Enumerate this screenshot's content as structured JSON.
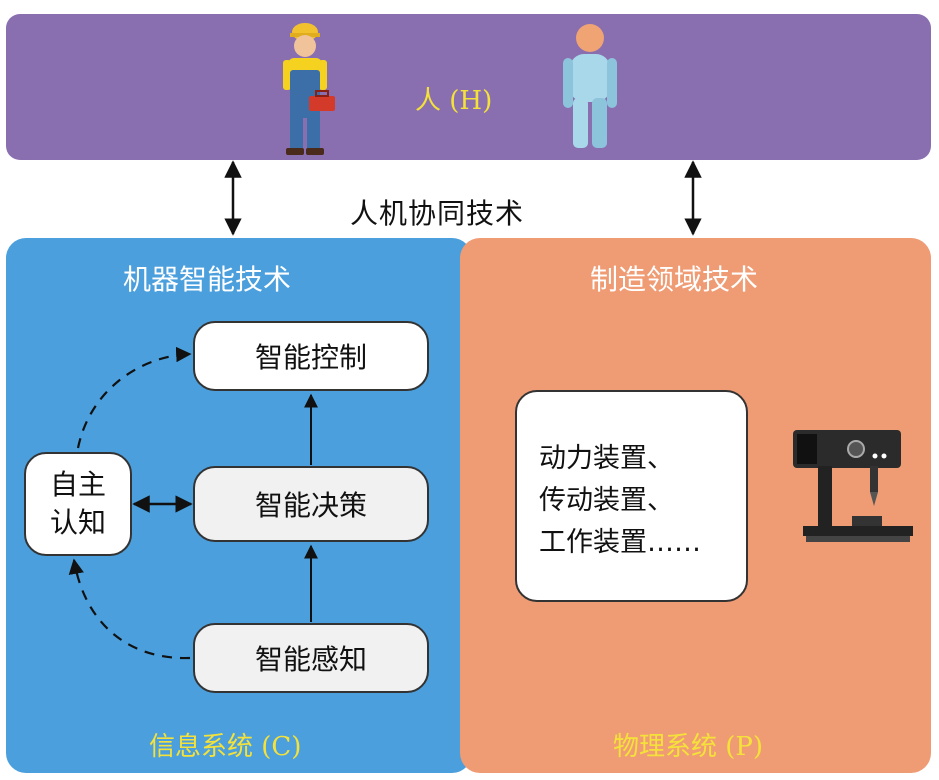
{
  "human": {
    "label": "人 (H)"
  },
  "center": {
    "label": "人机协同技术"
  },
  "cyber": {
    "title": "机器智能技术",
    "footer": "信息系统 (C)",
    "boxes": {
      "control": "智能控制",
      "decision": "智能决策",
      "perception": "智能感知",
      "autonomy_line1": "自主",
      "autonomy_line2": "认知"
    }
  },
  "physical": {
    "title": "制造领域技术",
    "footer": "物理系统 (P)",
    "equipment_lines": [
      "动力装置、",
      "传动装置、",
      "工作装置……"
    ]
  },
  "colors": {
    "human_band": "#8a6fb0",
    "cyber_panel": "#4a9fdc",
    "physical_panel": "#ef9b73",
    "footer_text": "#f4e13a"
  },
  "icons": [
    "worker-icon",
    "human-figure-icon",
    "cnc-machine-icon"
  ]
}
